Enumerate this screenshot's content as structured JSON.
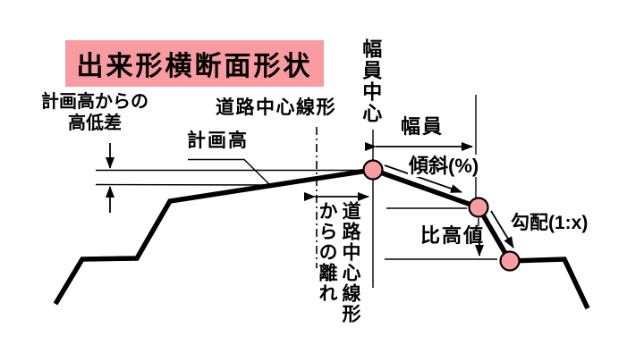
{
  "title": "出来形横断面形状",
  "colors": {
    "title_bg": "#f99ba1",
    "node_fill": "#fa9da1",
    "line": "#000000",
    "background": "#ffffff"
  },
  "labels": {
    "height_diff": "計画高からの\n高低差",
    "planned_height": "計画高",
    "road_centerline": "道路中心線形",
    "width_center": "幅員中心",
    "width": "幅員",
    "slope": "傾斜(%)",
    "gradient": "勾配(1:x)",
    "relative_height": "比高値",
    "centerline_offset": "道路中心線形からの離れ"
  }
}
